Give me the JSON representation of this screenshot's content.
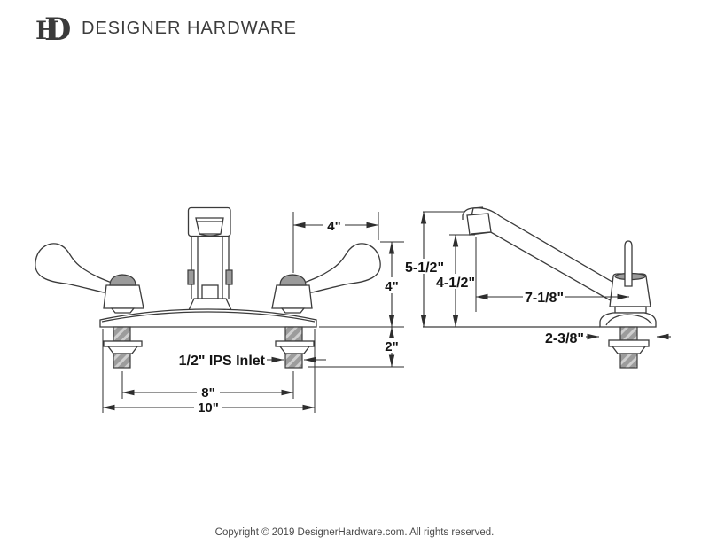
{
  "header": {
    "brand": "DESIGNER HARDWARE",
    "monogram_h": "H",
    "monogram_d": "D"
  },
  "front_view": {
    "dim_handle_top": "4\"",
    "dim_height": "4\"",
    "dim_deck_to_inlet": "2\"",
    "inlet_label": "1/2\" IPS Inlet",
    "dim_centers": "8\"",
    "dim_overall_width": "10\""
  },
  "side_view": {
    "dim_total_height": "5-1/2\"",
    "dim_spout_height": "4-1/2\"",
    "dim_spout_reach": "7-1/8\"",
    "dim_base_width": "2-3/8\""
  },
  "footer": {
    "copyright": "Copyright © 2019 DesignerHardware.com. All rights reserved."
  }
}
